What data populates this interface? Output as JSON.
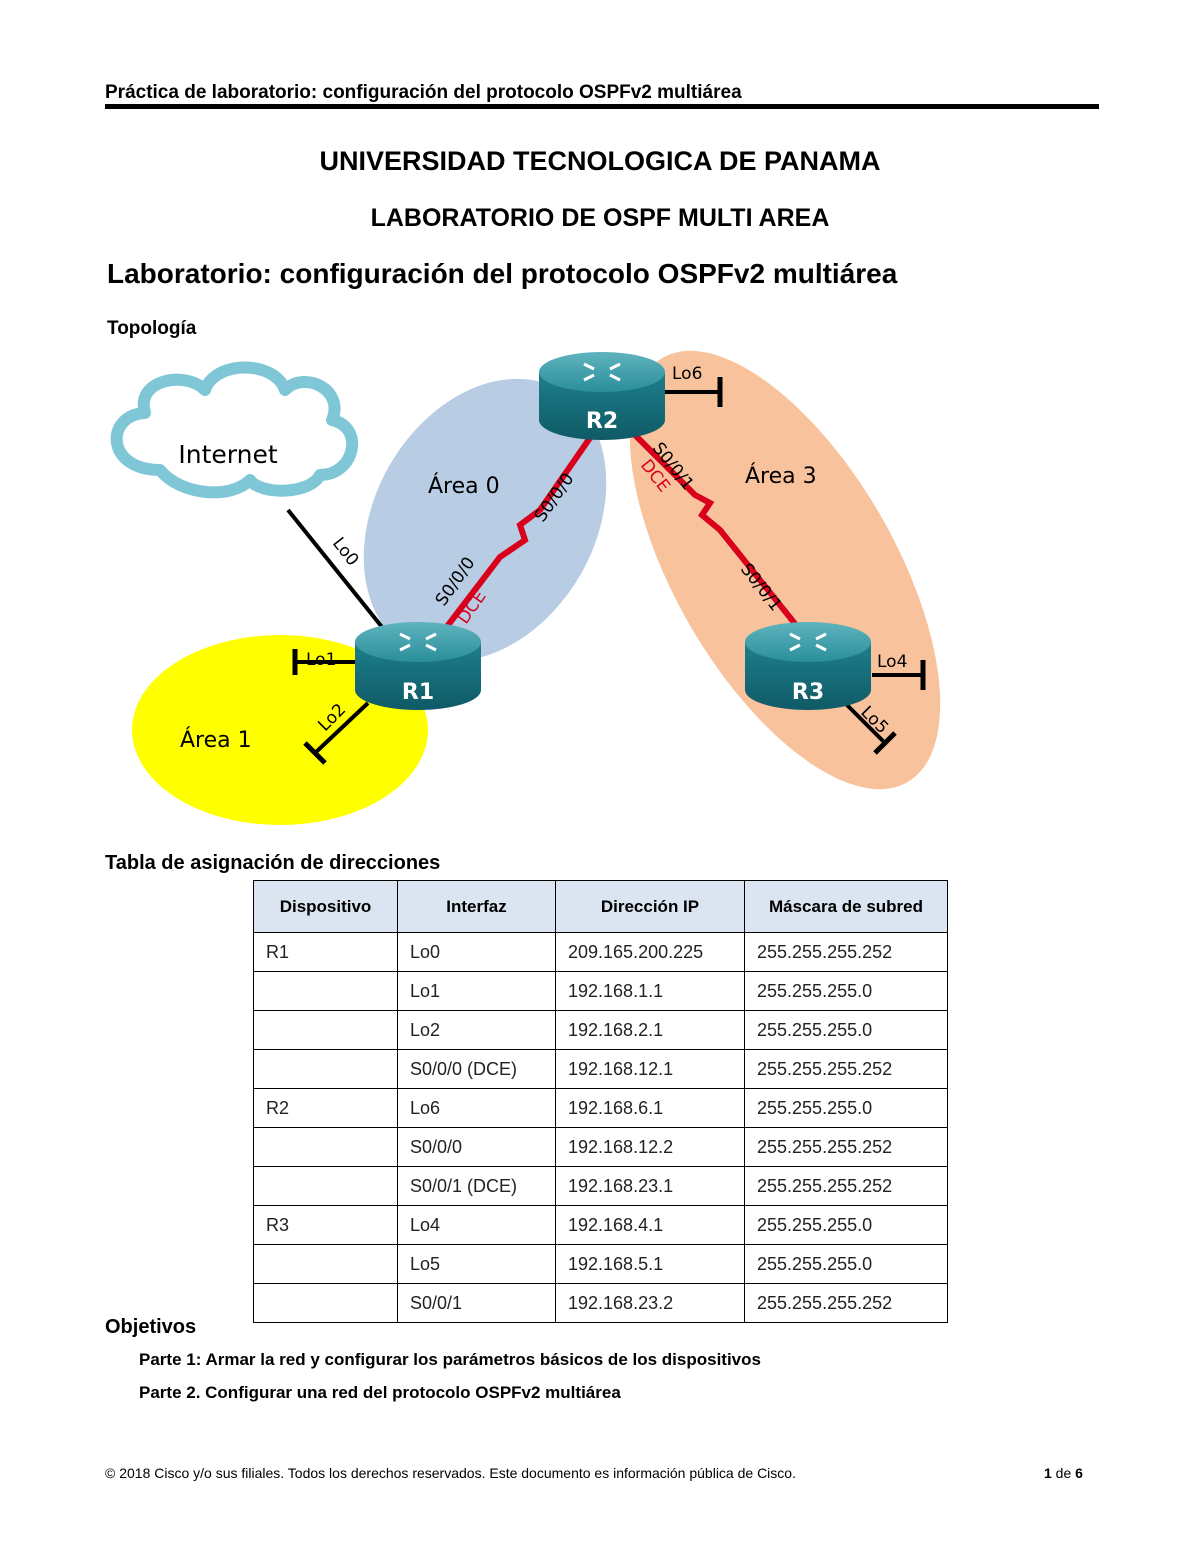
{
  "header": {
    "running_title": "Práctica de laboratorio: configuración del protocolo OSPFv2 multiárea"
  },
  "title_block": {
    "university": "UNIVERSIDAD TECNOLOGICA DE PANAMA",
    "lab": "LABORATORIO DE OSPF MULTI AREA"
  },
  "doc_title": "Laboratorio: configuración del protocolo OSPFv2 multiárea",
  "topology": {
    "heading": "Topología",
    "cloud_label": "Internet",
    "routers": {
      "r1": "R1",
      "r2": "R2",
      "r3": "R3"
    },
    "areas": {
      "area0": "Área 0",
      "area1": "Área 1",
      "area3": "Área 3"
    },
    "loopbacks": {
      "lo0": "Lo0",
      "lo1": "Lo1",
      "lo2": "Lo2",
      "lo4": "Lo4",
      "lo5": "Lo5",
      "lo6": "Lo6"
    },
    "links": {
      "r1_s000": "S0/0/0",
      "r1_dce": "DCE",
      "r2_s000": "S0/0/0",
      "r2_s001": "S0/0/1",
      "r2_dce": "DCE",
      "r3_s001": "S0/0/1"
    },
    "colors": {
      "area0": "#b8cce4",
      "area1": "#ffff00",
      "area3": "#f8c29d",
      "serial_link": "#d9001b",
      "router_body": "#1e7f8c",
      "cloud_stroke": "#7fc7d6"
    }
  },
  "addressing": {
    "heading": "Tabla de asignación de direcciones",
    "columns": [
      "Dispositivo",
      "Interfaz",
      "Dirección IP",
      "Máscara de subred"
    ],
    "rows": [
      [
        "R1",
        "Lo0",
        "209.165.200.225",
        "255.255.255.252"
      ],
      [
        "",
        "Lo1",
        "192.168.1.1",
        "255.255.255.0"
      ],
      [
        "",
        "Lo2",
        "192.168.2.1",
        "255.255.255.0"
      ],
      [
        "",
        "S0/0/0 (DCE)",
        "192.168.12.1",
        "255.255.255.252"
      ],
      [
        "R2",
        "Lo6",
        "192.168.6.1",
        "255.255.255.0"
      ],
      [
        "",
        "S0/0/0",
        "192.168.12.2",
        "255.255.255.252"
      ],
      [
        "",
        "S0/0/1 (DCE)",
        "192.168.23.1",
        "255.255.255.252"
      ],
      [
        "R3",
        "Lo4",
        "192.168.4.1",
        "255.255.255.0"
      ],
      [
        "",
        "Lo5",
        "192.168.5.1",
        "255.255.255.0"
      ],
      [
        "",
        "S0/0/1",
        "192.168.23.2",
        "255.255.255.252"
      ]
    ]
  },
  "objectives": {
    "heading": "Objetivos",
    "part1": "Parte 1: Armar la red y configurar los parámetros básicos de los dispositivos",
    "part2": "Parte 2. Configurar una red del protocolo OSPFv2 multiárea"
  },
  "footer": {
    "copyright": "© 2018 Cisco y/o sus filiales. Todos los derechos reservados. Este documento es información pública de Cisco.",
    "page_current": "1",
    "page_sep": " de ",
    "page_total": "6"
  }
}
